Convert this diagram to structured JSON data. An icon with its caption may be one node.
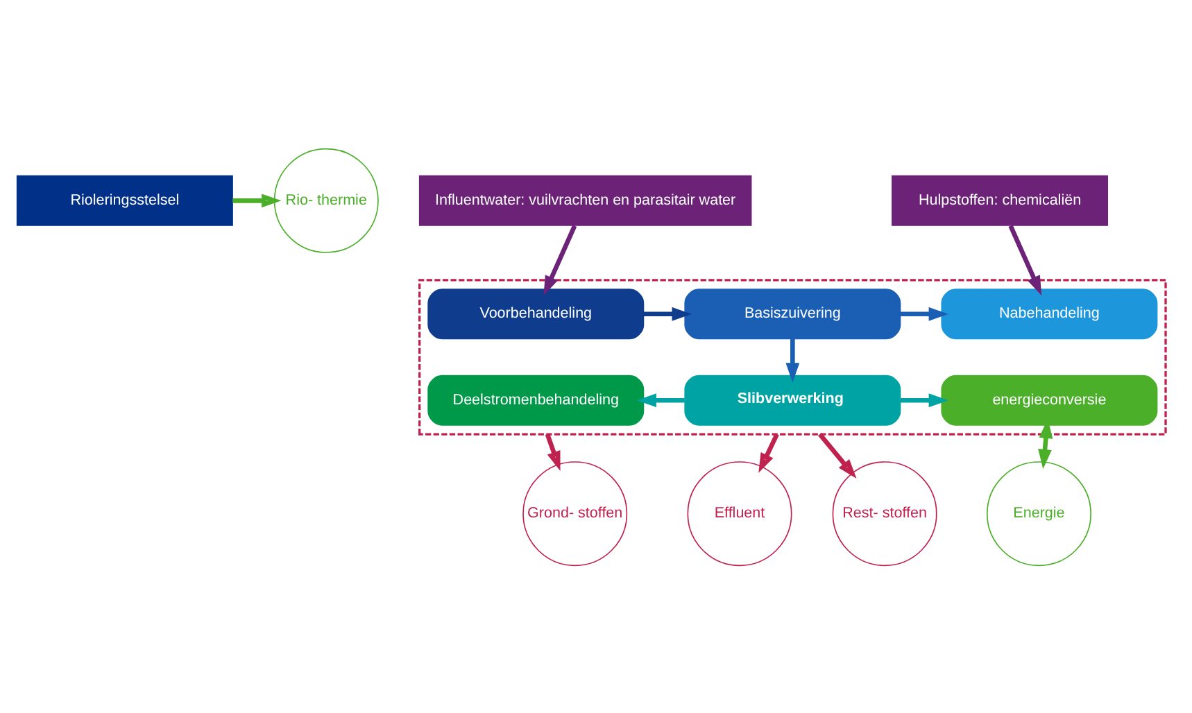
{
  "diagram": {
    "nodes": [
      {
        "text": [
          "Rioleringsstelsel"
        ]
      },
      {
        "text": [
          "Rio- thermie"
        ]
      },
      {
        "text": [
          "Influentwater: vuilvrachten en parasitair water"
        ]
      },
      {
        "text": [
          "Hulpstoffen: chemicaliën"
        ]
      },
      {
        "text": [],
        "shape": "box"
      },
      {
        "text": [
          "Voorbehandeling"
        ],
        "in": 4
      },
      {
        "text": [
          "Basiszuivering"
        ],
        "in": 4
      },
      {
        "text": [
          "Nabehandeling"
        ],
        "in": 4
      },
      {
        "text": [
          "Deelstromenbehandeling"
        ],
        "in": 4
      },
      {
        "text": [
          "Slibverwerking"
        ],
        "in": 4
      },
      {
        "text": [
          "energieconversie"
        ],
        "in": 4
      },
      {
        "text": [
          "Grond- stoffen"
        ]
      },
      {
        "text": [
          "Effluent"
        ]
      },
      {
        "text": [
          "Rest- stoffen"
        ]
      },
      {
        "text": [
          "Energie"
        ]
      }
    ],
    "edges": [
      {
        "from": 0,
        "to": 1,
        "arrow": "to",
        "color": "#4caf2a"
      },
      {
        "from": 2,
        "to": 5,
        "arrow": "to",
        "color": "#6b2277"
      },
      {
        "from": 3,
        "to": 7,
        "arrow": "to",
        "color": "#6b2277"
      },
      {
        "from": 5,
        "to": 6,
        "arrow": "to",
        "color": "#0f3c8c"
      },
      {
        "from": 6,
        "to": 7,
        "arrow": "to",
        "color": "#1a5fb4"
      },
      {
        "from": 6,
        "to": 9,
        "arrow": "to",
        "color": "#1a5fb4"
      },
      {
        "from": 9,
        "to": 8,
        "arrow": "to",
        "color": "#00a3a3"
      },
      {
        "from": 9,
        "to": 10,
        "arrow": "to",
        "color": "#00a3a3"
      },
      {
        "from": 10,
        "to": 14,
        "arrow": "both",
        "color": "#4caf2a"
      },
      {
        "from": 4,
        "to": 11,
        "arrow": "to",
        "color": "#c0224f"
      },
      {
        "from": 4,
        "to": 12,
        "arrow": "to",
        "color": "#c0224f"
      },
      {
        "from": 4,
        "to": 13,
        "arrow": "to",
        "color": "#c0224f"
      }
    ]
  }
}
